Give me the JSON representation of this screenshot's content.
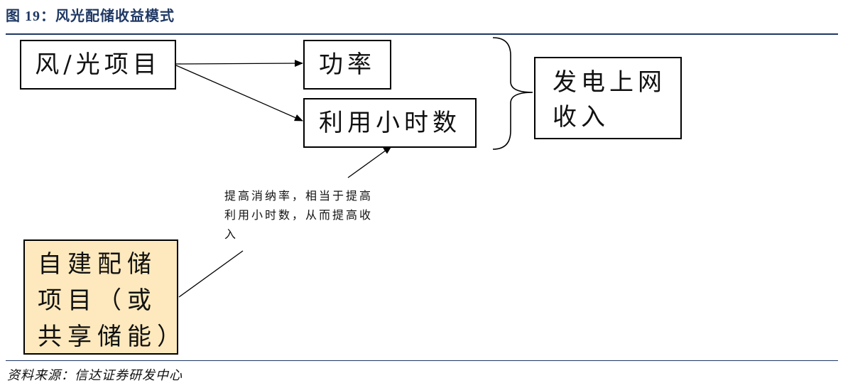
{
  "figure": {
    "title": "图 19：风光配储收益模式",
    "source": "资料来源：信达证券研发中心"
  },
  "nodes": {
    "project": "风/光项目",
    "power": "功率",
    "hours": "利用小时数",
    "revenue": "发电上网收入",
    "storage": "自建配储项目（或共享储能）"
  },
  "annotation": "提高消纳率，相当于提高利用小时数，从而提高收入"
}
